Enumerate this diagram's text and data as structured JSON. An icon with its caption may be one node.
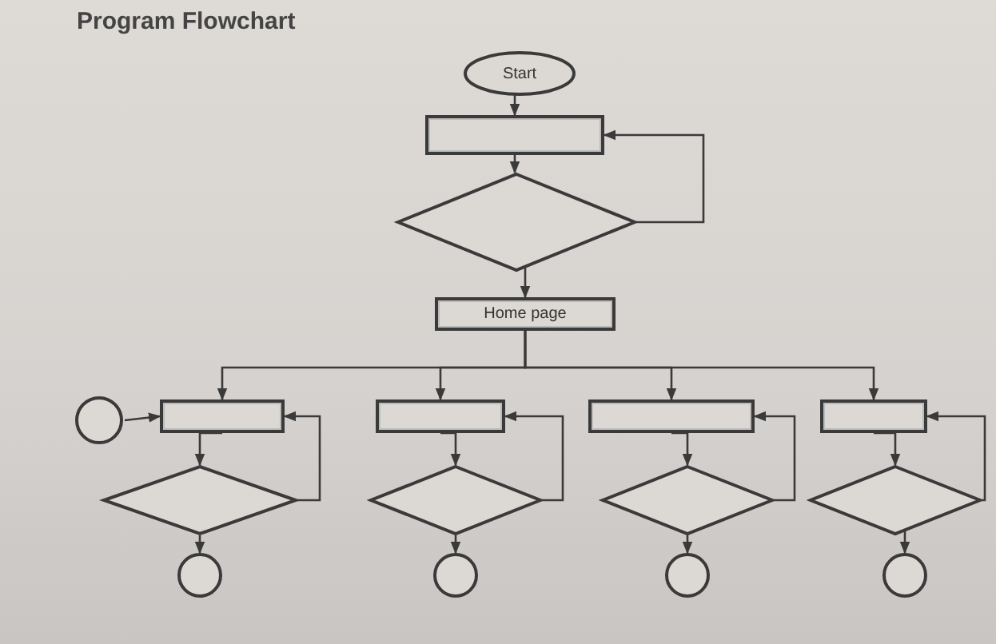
{
  "diagram": {
    "title": "Program Flowchart",
    "nodes": [
      {
        "text": [
          "Start"
        ]
      },
      {
        "text": [],
        "shape": "box"
      },
      {
        "text": [],
        "shape": "diamond"
      },
      {
        "text": [
          "Home page"
        ]
      },
      {
        "text": [],
        "shape": "circle"
      },
      {
        "text": [],
        "shape": "box"
      },
      {
        "text": [],
        "shape": "box"
      },
      {
        "text": [],
        "shape": "box"
      },
      {
        "text": [],
        "shape": "box"
      },
      {
        "text": [],
        "shape": "diamond"
      },
      {
        "text": [],
        "shape": "diamond"
      },
      {
        "text": [],
        "shape": "diamond"
      },
      {
        "text": [],
        "shape": "diamond"
      },
      {
        "text": [],
        "shape": "circle"
      },
      {
        "text": [],
        "shape": "circle"
      },
      {
        "text": [],
        "shape": "circle"
      },
      {
        "text": [],
        "shape": "circle"
      }
    ],
    "edges": [
      {
        "from": 0,
        "to": 1,
        "arrow": "to"
      },
      {
        "from": 1,
        "to": 2,
        "arrow": "to"
      },
      {
        "from": 2,
        "to": 1,
        "arrow": "to"
      },
      {
        "from": 2,
        "to": 3,
        "arrow": "to"
      },
      {
        "from": 3,
        "to": 5,
        "arrow": "to"
      },
      {
        "from": 3,
        "to": 6,
        "arrow": "to"
      },
      {
        "from": 3,
        "to": 7,
        "arrow": "to"
      },
      {
        "from": 3,
        "to": 8,
        "arrow": "to"
      },
      {
        "from": 4,
        "to": 5,
        "arrow": "to"
      },
      {
        "from": 5,
        "to": 9,
        "arrow": "to"
      },
      {
        "from": 6,
        "to": 10,
        "arrow": "to"
      },
      {
        "from": 7,
        "to": 11,
        "arrow": "to"
      },
      {
        "from": 8,
        "to": 12,
        "arrow": "to"
      },
      {
        "from": 9,
        "to": 5,
        "arrow": "to"
      },
      {
        "from": 10,
        "to": 6,
        "arrow": "to"
      },
      {
        "from": 11,
        "to": 7,
        "arrow": "to"
      },
      {
        "from": 12,
        "to": 8,
        "arrow": "to"
      },
      {
        "from": 9,
        "to": 13,
        "arrow": "to"
      },
      {
        "from": 10,
        "to": 14,
        "arrow": "to"
      },
      {
        "from": 11,
        "to": 15,
        "arrow": "to"
      },
      {
        "from": 12,
        "to": 16,
        "arrow": "to"
      }
    ]
  }
}
